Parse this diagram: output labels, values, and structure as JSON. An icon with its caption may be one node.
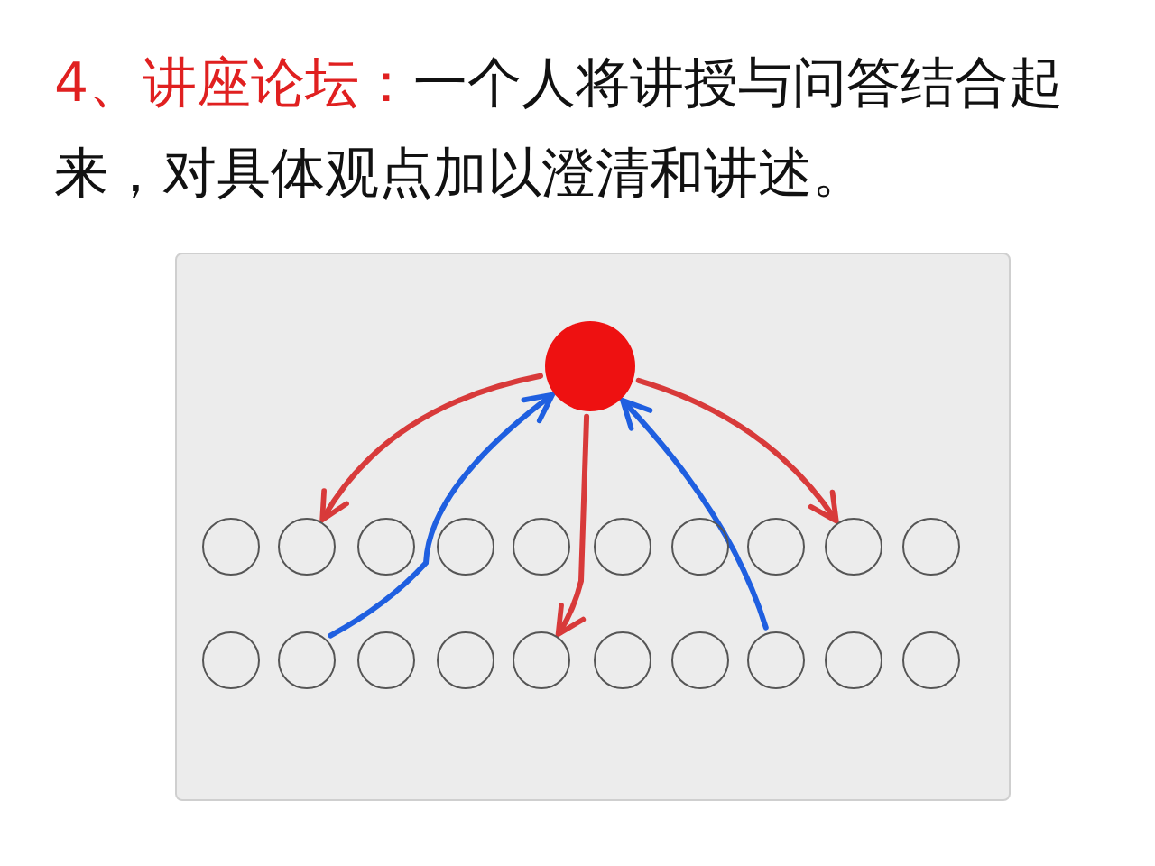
{
  "diagram": {
    "title": "4、讲座论坛：",
    "labels": [
      "一个人将讲授与问答结合起来，对具体观点加以澄清和讲述。"
    ],
    "nodes": [
      {
        "text": [],
        "shape": "circle"
      },
      {
        "text": [],
        "shape": "circle"
      },
      {
        "text": [],
        "shape": "circle"
      },
      {
        "text": [],
        "shape": "circle"
      },
      {
        "text": [],
        "shape": "circle"
      },
      {
        "text": [],
        "shape": "circle"
      },
      {
        "text": [],
        "shape": "circle"
      },
      {
        "text": [],
        "shape": "circle"
      },
      {
        "text": [],
        "shape": "circle"
      },
      {
        "text": [],
        "shape": "circle"
      },
      {
        "text": [],
        "shape": "circle"
      },
      {
        "text": [],
        "shape": "circle"
      },
      {
        "text": [],
        "shape": "circle"
      },
      {
        "text": [],
        "shape": "circle"
      },
      {
        "text": [],
        "shape": "circle"
      },
      {
        "text": [],
        "shape": "circle"
      },
      {
        "text": [],
        "shape": "circle"
      },
      {
        "text": [],
        "shape": "circle"
      },
      {
        "text": [],
        "shape": "circle"
      },
      {
        "text": [],
        "shape": "circle"
      },
      {
        "text": [],
        "shape": "circle"
      }
    ],
    "edges": [
      {
        "from": 0,
        "to": 2,
        "arrow": "to",
        "color": "#d83a3a"
      },
      {
        "from": 0,
        "to": 15,
        "arrow": "to",
        "color": "#d83a3a"
      },
      {
        "from": 0,
        "to": 9,
        "arrow": "to",
        "color": "#d83a3a"
      },
      {
        "from": 12,
        "to": 0,
        "arrow": "to",
        "color": "#1f5fe0"
      },
      {
        "from": 18,
        "to": 0,
        "arrow": "to",
        "color": "#1f5fe0"
      }
    ]
  }
}
